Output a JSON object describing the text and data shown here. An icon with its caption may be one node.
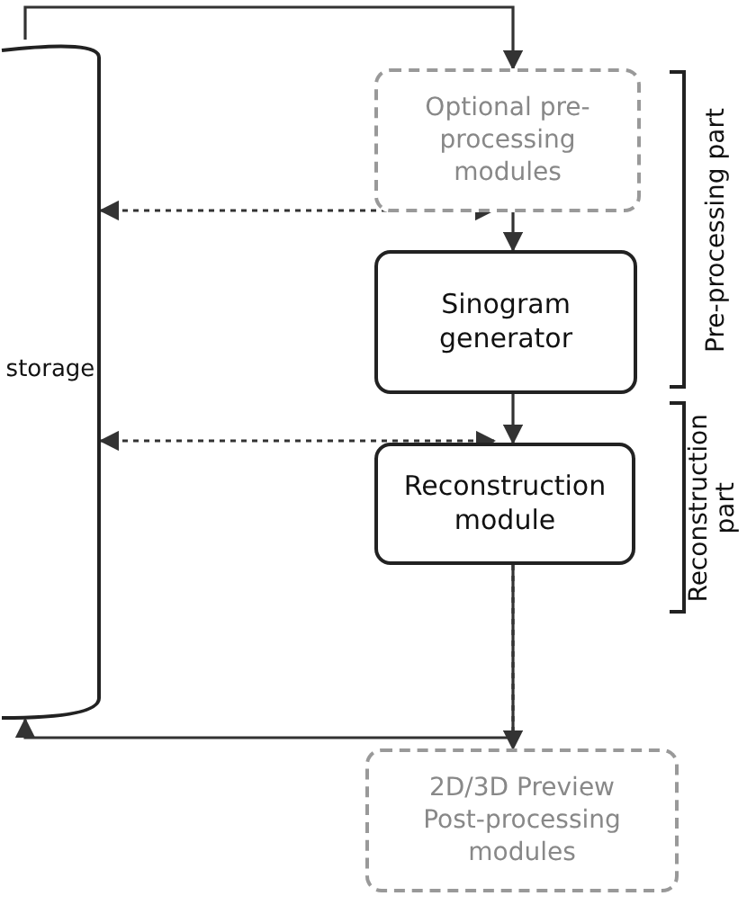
{
  "diagram": {
    "nodes": [
      {
        "text": [
          "storage"
        ]
      },
      {
        "text": [
          "Optional pre-processing modules"
        ]
      },
      {
        "text": [
          "Sinogram generator"
        ]
      },
      {
        "text": [
          "Reconstruction module"
        ]
      },
      {
        "text": [
          "2D/3D Preview Post-processing modules"
        ]
      }
    ],
    "edges": [
      {
        "from": 0,
        "to": 1,
        "arrow": "to"
      },
      {
        "from": 1,
        "to": 2,
        "arrow": "to"
      },
      {
        "from": 0,
        "to": 1,
        "arrow": "both",
        "style": "dashed"
      },
      {
        "from": 2,
        "to": 3,
        "arrow": "to"
      },
      {
        "from": 0,
        "to": 3,
        "arrow": "both",
        "style": "dashed"
      },
      {
        "from": 3,
        "to": 0,
        "arrow": "to"
      },
      {
        "from": 3,
        "to": 4,
        "arrow": "to",
        "style": "dashed"
      }
    ],
    "labels": [
      "Pre-processing part",
      "Reconstruction part"
    ]
  }
}
